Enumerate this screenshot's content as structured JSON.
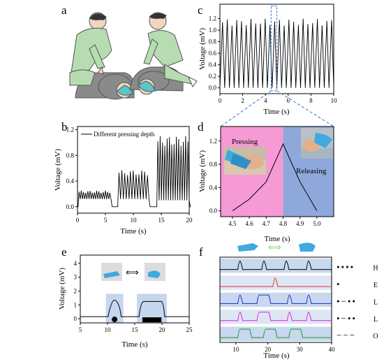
{
  "panel_labels": {
    "a": "a",
    "b": "b",
    "c": "c",
    "d": "d",
    "e": "e",
    "f": "f"
  },
  "chart_data": [
    {
      "panel": "b",
      "type": "line",
      "xlabel": "Time (s)",
      "ylabel": "Voltage (mV)",
      "xlim": [
        0,
        20
      ],
      "ylim": [
        -0.1,
        1.25
      ],
      "xticks": [
        0,
        5,
        10,
        15,
        20
      ],
      "yticks": [
        0.0,
        0.4,
        0.8,
        1.2
      ],
      "ytick_labels": [
        "0.0",
        "0.4",
        "0.8",
        "1.2"
      ],
      "legend": "Different pressing depth",
      "segments": [
        {
          "t_start": 0.1,
          "t_end": 6.0,
          "cycles": 15,
          "low": 0.12,
          "high": 0.25
        },
        {
          "t_start": 7.2,
          "t_end": 12.8,
          "cycles": 11,
          "low": 0.12,
          "high": 0.57
        },
        {
          "t_start": 14.2,
          "t_end": 20.0,
          "cycles": 14,
          "low": 0.1,
          "high": 1.1
        }
      ],
      "baseline": 0.0
    },
    {
      "panel": "c",
      "type": "line",
      "xlabel": "Time (s)",
      "ylabel": "Voltage (mV)",
      "xlim": [
        0,
        10
      ],
      "ylim": [
        -0.1,
        1.45
      ],
      "xticks": [
        0,
        2,
        4,
        6,
        8,
        10
      ],
      "yticks": [
        0.0,
        0.2,
        0.4,
        0.6,
        0.8,
        1.0,
        1.2
      ],
      "ytick_labels": [
        "0.0",
        "0.2",
        "0.4",
        "0.6",
        "0.8",
        "1.0",
        "1.2"
      ],
      "cycles": 24,
      "peak": 1.2,
      "trough": 0.0,
      "highlight_range": [
        4.5,
        5.0
      ]
    },
    {
      "panel": "d",
      "type": "line",
      "xlabel": "Time (s)",
      "ylabel": "Voltage (mV)",
      "xlim": [
        4.43,
        5.1
      ],
      "ylim": [
        -0.1,
        1.45
      ],
      "xticks": [
        4.5,
        4.6,
        4.7,
        4.8,
        4.9,
        5.0
      ],
      "xtick_labels": [
        "4.5",
        "4.6",
        "4.7",
        "4.8",
        "4.9",
        "5.0"
      ],
      "yticks": [
        0.0,
        0.4,
        0.8,
        1.2
      ],
      "ytick_labels": [
        "0.0",
        "0.4",
        "0.8",
        "1.2"
      ],
      "x": [
        4.5,
        4.6,
        4.7,
        4.8,
        4.9,
        5.0
      ],
      "y": [
        0.0,
        0.2,
        0.5,
        1.15,
        0.5,
        0.0
      ],
      "regions": [
        {
          "label": "Pressing",
          "from": 4.43,
          "to": 4.8,
          "color": "#f59ad4"
        },
        {
          "label": "Releasing",
          "from": 4.8,
          "to": 5.1,
          "color": "#8fa8dc"
        }
      ]
    },
    {
      "panel": "e",
      "type": "line",
      "xlabel": "Time (s)",
      "ylabel": "Voltage (mV)",
      "xlim": [
        5,
        25
      ],
      "ylim": [
        -0.3,
        4.6
      ],
      "xticks": [
        5,
        10,
        15,
        20,
        25
      ],
      "yticks": [
        0,
        1,
        2,
        3,
        4
      ],
      "baseline": 0.15,
      "events": [
        {
          "symbol": "dot",
          "t_start": 10.1,
          "t_end": 12.5,
          "peak": 1.35
        },
        {
          "symbol": "dash",
          "t_start": 15.8,
          "t_end": 20.5,
          "peak": 1.25
        }
      ]
    },
    {
      "panel": "f",
      "type": "line",
      "xlabel": "Time (s)",
      "xlim": [
        5,
        40
      ],
      "xticks": [
        10,
        20,
        30,
        40
      ],
      "series": [
        {
          "letter": "H",
          "code": "••••",
          "color": "#000000",
          "pulses": [
            [
              11,
              0.8
            ],
            [
              18.5,
              0.8
            ],
            [
              25.5,
              0.8
            ],
            [
              32.5,
              0.8
            ]
          ]
        },
        {
          "letter": "E",
          "code": "•",
          "color": "#e03131",
          "pulses": [
            [
              22,
              0.8
            ]
          ]
        },
        {
          "letter": "L",
          "code": "•−••",
          "color": "#1c2bd4",
          "pulses": [
            [
              11,
              0.8
            ],
            [
              17,
              3.6
            ],
            [
              26.5,
              0.8
            ],
            [
              32.5,
              0.8
            ]
          ]
        },
        {
          "letter": "L",
          "code": "•−••",
          "color": "#e021d9",
          "pulses": [
            [
              11,
              0.8
            ],
            [
              17,
              3.6
            ],
            [
              26.5,
              0.8
            ],
            [
              32.5,
              0.8
            ]
          ]
        },
        {
          "letter": "O",
          "code": "−−−",
          "color": "#1c9a2a",
          "pulses": [
            [
              11,
              3.6
            ],
            [
              19,
              3.6
            ],
            [
              27,
              3.6
            ]
          ]
        }
      ]
    }
  ],
  "colors": {
    "hand_blue": "#3fa9e0",
    "arrow_green": "#7fcf6a",
    "band_blue": "#c4d7ee",
    "scrub_green": "#b9e0b4"
  }
}
